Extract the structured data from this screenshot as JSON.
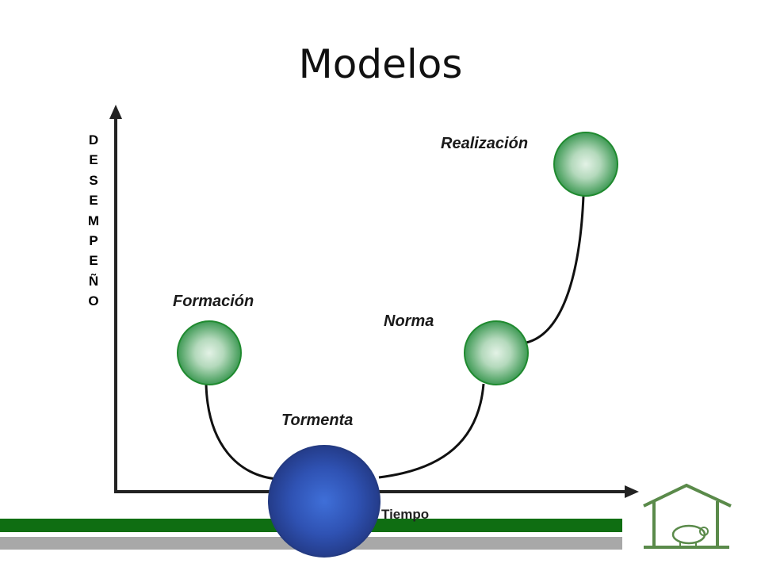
{
  "title": "Modelos",
  "axes": {
    "y_label": "D\nE\nS\nE\nM\nP\nE\nÑ\nO",
    "x_label": "Tiempo"
  },
  "stages": {
    "formacion": "Formación",
    "tormenta": "Tormenta",
    "norma": "Norma",
    "realizacion": "Realización"
  },
  "colors": {
    "small_node": "#3f9a55",
    "large_node": "#2f4fb0",
    "green_bar": "#0f6e12",
    "gray_bar": "#a8a8a8",
    "logo": "#5a8a4a"
  },
  "icons": {
    "logo": "house-with-pig-logo"
  }
}
